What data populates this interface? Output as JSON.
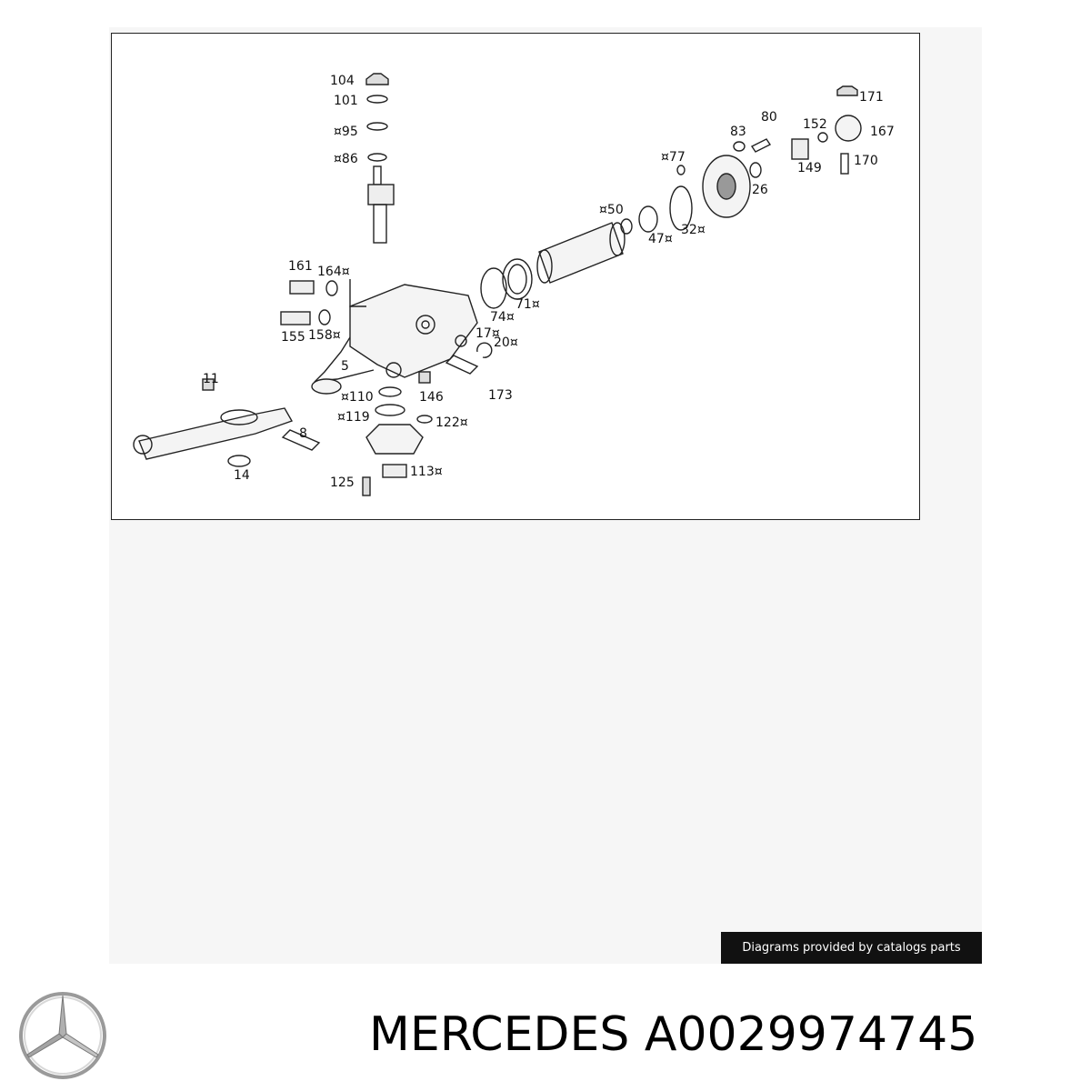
{
  "diagram": {
    "part_labels": [
      {
        "id": "104",
        "text": "104"
      },
      {
        "id": "101",
        "text": "101"
      },
      {
        "id": "95",
        "text": "¤95"
      },
      {
        "id": "86",
        "text": "¤86"
      },
      {
        "id": "161",
        "text": "161"
      },
      {
        "id": "164",
        "text": "164¤"
      },
      {
        "id": "155",
        "text": "155"
      },
      {
        "id": "158",
        "text": "158¤"
      },
      {
        "id": "5",
        "text": "5"
      },
      {
        "id": "11",
        "text": "11"
      },
      {
        "id": "8",
        "text": "8"
      },
      {
        "id": "14",
        "text": "14"
      },
      {
        "id": "110",
        "text": "¤110"
      },
      {
        "id": "119",
        "text": "¤119"
      },
      {
        "id": "146",
        "text": "146"
      },
      {
        "id": "122",
        "text": "122¤"
      },
      {
        "id": "113",
        "text": "113¤"
      },
      {
        "id": "125",
        "text": "125"
      },
      {
        "id": "173",
        "text": "173"
      },
      {
        "id": "17",
        "text": "17¤"
      },
      {
        "id": "20",
        "text": "20¤"
      },
      {
        "id": "74",
        "text": "74¤"
      },
      {
        "id": "71",
        "text": "71¤"
      },
      {
        "id": "50",
        "text": "¤50"
      },
      {
        "id": "47",
        "text": "47¤"
      },
      {
        "id": "32",
        "text": "32¤"
      },
      {
        "id": "77",
        "text": "¤77"
      },
      {
        "id": "83",
        "text": "83"
      },
      {
        "id": "80",
        "text": "80"
      },
      {
        "id": "26",
        "text": "26"
      },
      {
        "id": "152",
        "text": "152"
      },
      {
        "id": "171",
        "text": "171"
      },
      {
        "id": "167",
        "text": "167"
      },
      {
        "id": "149",
        "text": "149"
      },
      {
        "id": "170",
        "text": "170"
      }
    ]
  },
  "credit": "Diagrams provided by catalogs parts",
  "title": {
    "brand": "MERCEDES",
    "part_number": "A0029974745"
  },
  "logo_icon": "mercedes-star-logo"
}
